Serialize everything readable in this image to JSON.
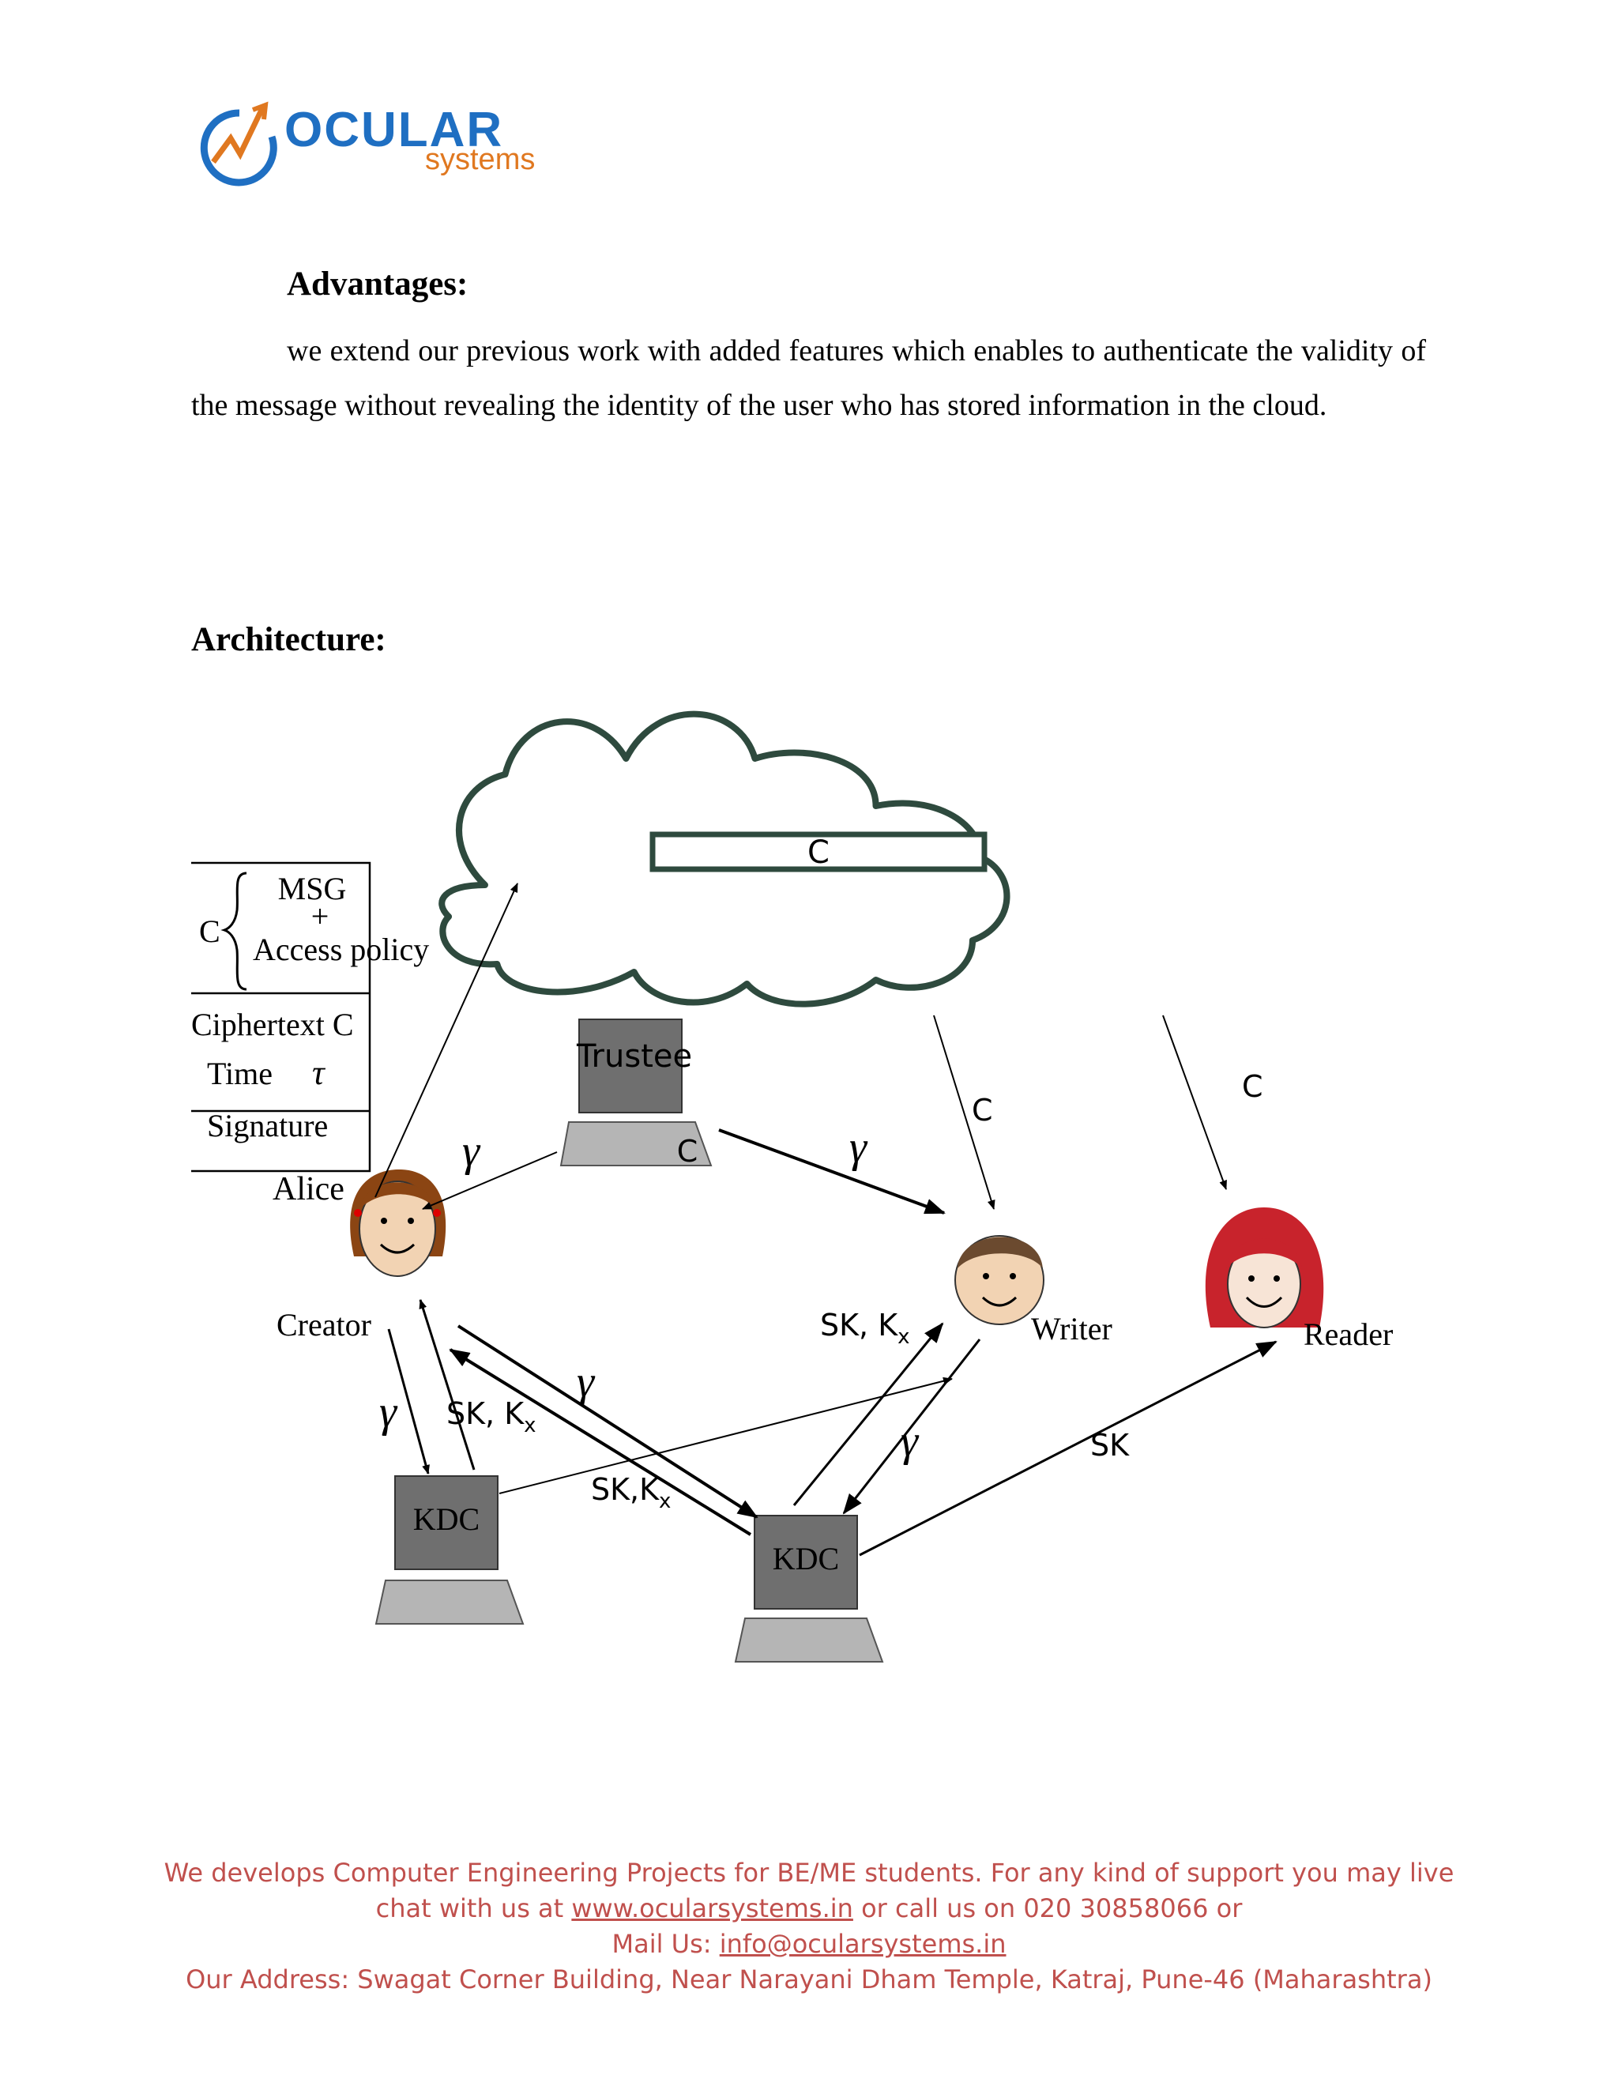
{
  "logo": {
    "word": "OCULAR",
    "sub": "systems"
  },
  "advantages": {
    "heading": "Advantages:",
    "text": "we extend our previous work with added features which enables to authenticate the validity of the message without revealing the identity of the user who has stored information in the cloud."
  },
  "architecture": {
    "heading": "Architecture:",
    "legend": {
      "c": "C",
      "msg": "MSG",
      "plus": "+",
      "access_policy": "Access policy",
      "ciphertext": "Ciphertext C",
      "time": "Time",
      "tau": "τ",
      "signature": "Signature"
    },
    "cloud_label": "C",
    "trustee": "Trustee",
    "trustee_c": "C",
    "alice": "Alice",
    "creator": "Creator",
    "writer": "Writer",
    "reader": "Reader",
    "kdc1": "KDC",
    "kdc2": "KDC",
    "gamma": "γ",
    "c_label": "C",
    "sk_kx": "SK, K",
    "sk_kx2": "SK,K",
    "sub_x": "x",
    "sk": "SK"
  },
  "footer": {
    "line1": "We develops Computer Engineering Projects for BE/ME students. For any kind of support you may live",
    "line2_pre": "chat with us at ",
    "site": "www.ocularsystems.in",
    "line2_post": " or call us on 020 30858066 or",
    "mail_pre": "Mail Us: ",
    "email": "info@ocularsystems.in",
    "address": "Our Address: Swagat Corner Building, Near Narayani Dham Temple, Katraj, Pune-46 (Maharashtra)"
  }
}
